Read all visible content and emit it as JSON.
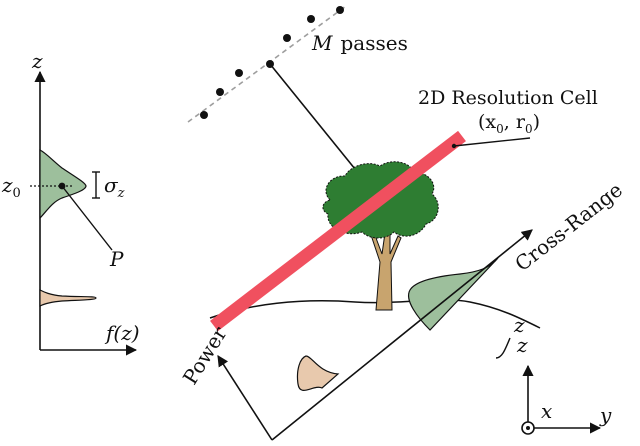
{
  "labels": {
    "z_axis": "z",
    "z0": "z",
    "z0_sub": "0",
    "sigma": "σ",
    "sigma_sub": "z",
    "P": "P",
    "fz": "f(z)",
    "M": "M",
    "passes": "passes",
    "cell_title": "2D Resolution Cell",
    "cell_coords": "(x",
    "cell_coords_x_sub": "0",
    "cell_coords_mid": ", r",
    "cell_coords_r_sub": "0",
    "cell_coords_end": ")",
    "cross_range": "Cross-Range",
    "power": "Power",
    "z_right": "z",
    "frame_z": "z",
    "frame_x": "x",
    "frame_y": "y"
  },
  "colors": {
    "resolution_cell": "#f0505f",
    "tree_canopy": "#2e7d32",
    "trunk": "#c8a46e",
    "green_profile": "#9dbf9c",
    "tan_profile": "#e8c9ad",
    "track": "#9e9e9e"
  }
}
